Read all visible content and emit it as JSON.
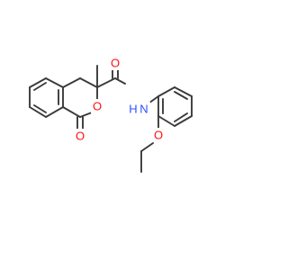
{
  "molecule": {
    "atoms": {
      "ring_oxygen": {
        "label": "O",
        "color": "#ff0d0d"
      },
      "carbonyl_oxygen_lactone": {
        "label": "O",
        "color": "#ff0d0d"
      },
      "carbonyl_oxygen_amide": {
        "label": "O",
        "color": "#ff0d0d"
      },
      "amide_nitrogen": {
        "label": "H N",
        "color": "#3050f8"
      },
      "ether_oxygen": {
        "label": "O",
        "color": "#ff0d0d"
      }
    },
    "bond_color": "#3a3a3a",
    "background": "#ffffff"
  }
}
